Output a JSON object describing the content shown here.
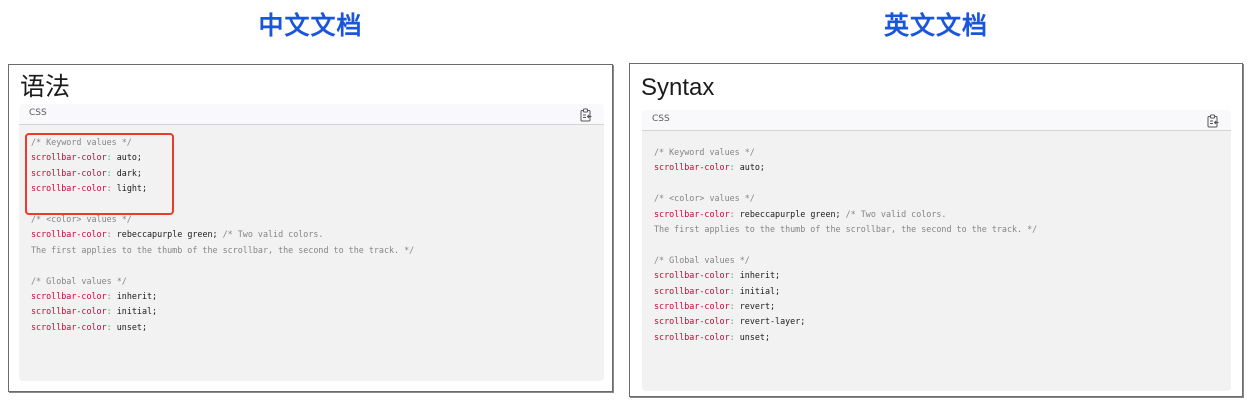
{
  "columns": [
    {
      "title": "中文文档",
      "heading": "语法",
      "code_block": {
        "language": "CSS",
        "copy_icon": "clipboard-copy-icon",
        "highlight_color": "#ee3a2a",
        "lines": [
          {
            "type": "comment",
            "text": "/* Keyword values */"
          },
          {
            "type": "decl",
            "prop": "scrollbar-color",
            "value": "auto;"
          },
          {
            "type": "decl",
            "prop": "scrollbar-color",
            "value": "dark;"
          },
          {
            "type": "decl",
            "prop": "scrollbar-color",
            "value": "light;"
          },
          {
            "type": "blank",
            "text": ""
          },
          {
            "type": "comment",
            "text": "/* <color> values */"
          },
          {
            "type": "decl",
            "prop": "scrollbar-color",
            "value": "rebeccapurple green;",
            "trailing_comment": " /* Two valid colors."
          },
          {
            "type": "comment",
            "text": "The first applies to the thumb of the scrollbar, the second to the track. */"
          },
          {
            "type": "blank",
            "text": ""
          },
          {
            "type": "comment",
            "text": "/* Global values */"
          },
          {
            "type": "decl",
            "prop": "scrollbar-color",
            "value": "inherit;"
          },
          {
            "type": "decl",
            "prop": "scrollbar-color",
            "value": "initial;"
          },
          {
            "type": "decl",
            "prop": "scrollbar-color",
            "value": "unset;"
          }
        ]
      }
    },
    {
      "title": "英文文档",
      "heading": "Syntax",
      "code_block": {
        "language": "CSS",
        "copy_icon": "clipboard-copy-icon",
        "lines": [
          {
            "type": "comment",
            "text": "/* Keyword values */"
          },
          {
            "type": "decl",
            "prop": "scrollbar-color",
            "value": "auto;"
          },
          {
            "type": "blank",
            "text": ""
          },
          {
            "type": "comment",
            "text": "/* <color> values */"
          },
          {
            "type": "decl",
            "prop": "scrollbar-color",
            "value": "rebeccapurple green;",
            "trailing_comment": " /* Two valid colors."
          },
          {
            "type": "comment",
            "text": "The first applies to the thumb of the scrollbar, the second to the track. */"
          },
          {
            "type": "blank",
            "text": ""
          },
          {
            "type": "comment",
            "text": "/* Global values */"
          },
          {
            "type": "decl",
            "prop": "scrollbar-color",
            "value": "inherit;"
          },
          {
            "type": "decl",
            "prop": "scrollbar-color",
            "value": "initial;"
          },
          {
            "type": "decl",
            "prop": "scrollbar-color",
            "value": "revert;"
          },
          {
            "type": "decl",
            "prop": "scrollbar-color",
            "value": "revert-layer;"
          },
          {
            "type": "decl",
            "prop": "scrollbar-color",
            "value": "unset;"
          }
        ]
      }
    }
  ],
  "colors": {
    "title": "#1a56db",
    "property": "#d30038",
    "comment": "#858585",
    "code_bg": "#f2f2f2",
    "header_bg": "#f9f9fb"
  }
}
